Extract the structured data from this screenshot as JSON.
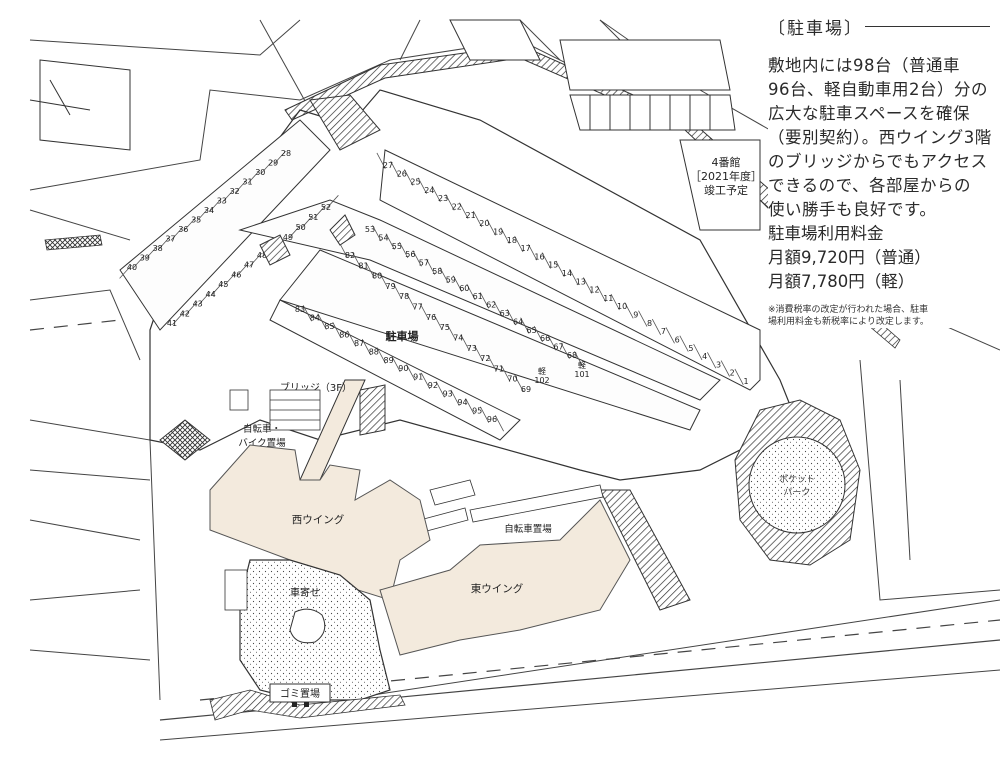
{
  "panel": {
    "section_title": "〔駐車場〕",
    "description_lines": [
      "敷地内には98台（普通車",
      "96台、軽自動車用2台）分の",
      "広大な駐車スペースを確保",
      "（要別契約）。西ウイング3階",
      "のブリッジからでもアクセス",
      "できるので、各部屋からの",
      "使い勝手も良好です。"
    ],
    "fee_title": "駐車場利用料金",
    "fee_regular": "月額9,720円（普通）",
    "fee_light": "月額7,780円（軽）",
    "note_lines": [
      "※消費税率の改定が行われた場合、駐車",
      "場利用料金も新税率により改定します。"
    ]
  },
  "map_labels": {
    "parking": "駐車場",
    "bridge": "ブリッジ（3F）",
    "bike_line1": "自転車・",
    "bike_line2": "バイク置場",
    "bicycle": "自転車置場",
    "west_wing": "西ウイング",
    "east_wing": "東ウイング",
    "pocket_line1": "ポケット",
    "pocket_line2": "パーク",
    "drop_off": "車寄せ",
    "garbage": "ゴミ置場",
    "bldg4_line1": "4番館",
    "bldg4_line2": "［2021年度］",
    "bldg4_line3": "竣工予定"
  },
  "stall_rows": [
    {
      "name": "row-north-1",
      "nums": [
        "1",
        "2",
        "3",
        "4",
        "5",
        "6",
        "7",
        "8",
        "9",
        "10",
        "11",
        "12",
        "13",
        "14",
        "15",
        "16",
        "17",
        "18",
        "19",
        "20",
        "21",
        "22",
        "23",
        "24",
        "25",
        "26",
        "27"
      ]
    },
    {
      "name": "row-north-2",
      "nums": [
        "28",
        "29",
        "30",
        "31",
        "32",
        "33",
        "34",
        "35",
        "36",
        "37",
        "38",
        "39",
        "40"
      ]
    },
    {
      "name": "row-west",
      "nums": [
        "41",
        "42",
        "43",
        "44",
        "45",
        "46",
        "47",
        "48"
      ]
    },
    {
      "name": "row-mid-a",
      "nums": [
        "49",
        "50",
        "51",
        "52"
      ]
    },
    {
      "name": "row-mid-b",
      "nums": [
        "53",
        "54",
        "55",
        "56",
        "57",
        "58",
        "59",
        "60",
        "61",
        "62",
        "63",
        "64",
        "65",
        "66",
        "67",
        "68"
      ]
    },
    {
      "name": "row-mid-c",
      "nums": [
        "69",
        "70",
        "71",
        "72",
        "73",
        "74",
        "75",
        "76",
        "77",
        "78",
        "79",
        "80",
        "81",
        "82"
      ]
    },
    {
      "name": "row-south",
      "nums": [
        "83",
        "84",
        "85",
        "86",
        "87",
        "88",
        "89",
        "90",
        "91",
        "92",
        "93",
        "94",
        "95",
        "96"
      ]
    }
  ],
  "kei_stalls": [
    "軽\n101",
    "軽\n102"
  ]
}
